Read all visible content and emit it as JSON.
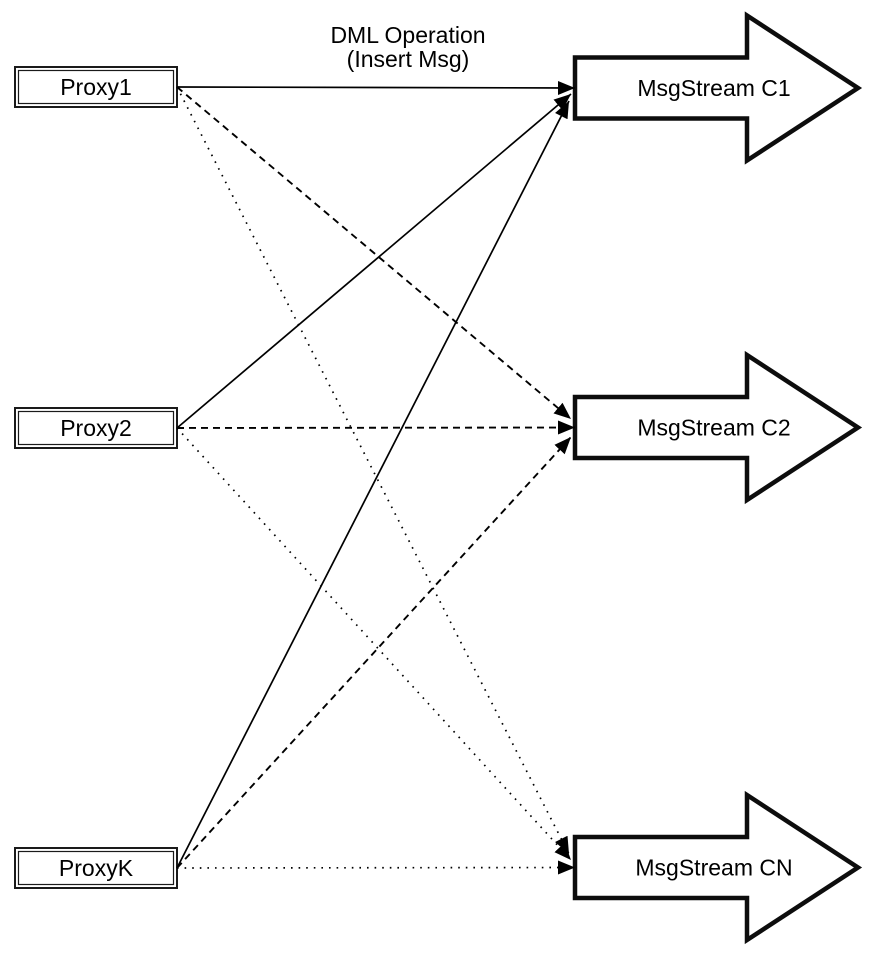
{
  "diagram": {
    "edge_label": {
      "line1": "DML Operation",
      "line2": "(Insert Msg)"
    },
    "proxies": [
      {
        "label": "Proxy1"
      },
      {
        "label": "Proxy2"
      },
      {
        "label": "ProxyK"
      }
    ],
    "streams": [
      {
        "label": "MsgStream C1",
        "incoming_line_style": "solid"
      },
      {
        "label": "MsgStream C2",
        "incoming_line_style": "dashed"
      },
      {
        "label": "MsgStream CN",
        "incoming_line_style": "dotted"
      }
    ],
    "edges": [
      {
        "from": "Proxy1",
        "to": "MsgStream C1",
        "style": "solid"
      },
      {
        "from": "Proxy2",
        "to": "MsgStream C1",
        "style": "solid"
      },
      {
        "from": "ProxyK",
        "to": "MsgStream C1",
        "style": "solid"
      },
      {
        "from": "Proxy1",
        "to": "MsgStream C2",
        "style": "dashed"
      },
      {
        "from": "Proxy2",
        "to": "MsgStream C2",
        "style": "dashed"
      },
      {
        "from": "ProxyK",
        "to": "MsgStream C2",
        "style": "dashed"
      },
      {
        "from": "Proxy1",
        "to": "MsgStream CN",
        "style": "dotted"
      },
      {
        "from": "Proxy2",
        "to": "MsgStream CN",
        "style": "dotted"
      },
      {
        "from": "ProxyK",
        "to": "MsgStream CN",
        "style": "dotted"
      }
    ],
    "colors": {
      "stroke": "#000000",
      "shape_fill": "#ffffff",
      "background": "#ffffff"
    }
  }
}
